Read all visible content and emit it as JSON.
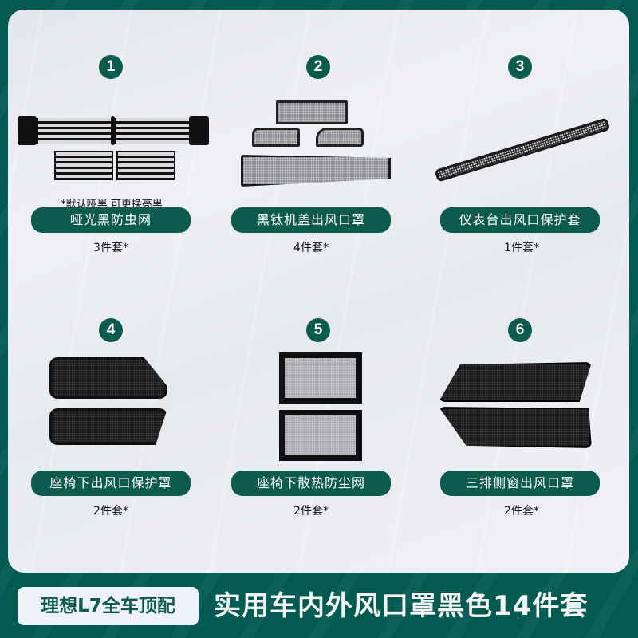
{
  "theme": {
    "brand_green": "#0d5a4e",
    "background": "#025a50",
    "card": "#eceef2"
  },
  "items": [
    {
      "number": "1",
      "note": "*默认哑黑 可更换亮黑",
      "name": "哑光黑防虫网",
      "quantity": "3件套*"
    },
    {
      "number": "2",
      "note": "",
      "name": "黑钛机盖出风口罩",
      "quantity": "4件套*"
    },
    {
      "number": "3",
      "note": "",
      "name": "仪表台出风口保护套",
      "quantity": "1件套*"
    },
    {
      "number": "4",
      "note": "",
      "name": "座椅下出风口保护罩",
      "quantity": "2件套*"
    },
    {
      "number": "5",
      "note": "",
      "name": "座椅下散热防尘网",
      "quantity": "2件套*"
    },
    {
      "number": "6",
      "note": "",
      "name": "三排侧窗出风口罩",
      "quantity": "2件套*"
    }
  ],
  "banner": {
    "badge": "理想L7全车顶配",
    "title": "实用车内外风口罩黑色14件套"
  }
}
